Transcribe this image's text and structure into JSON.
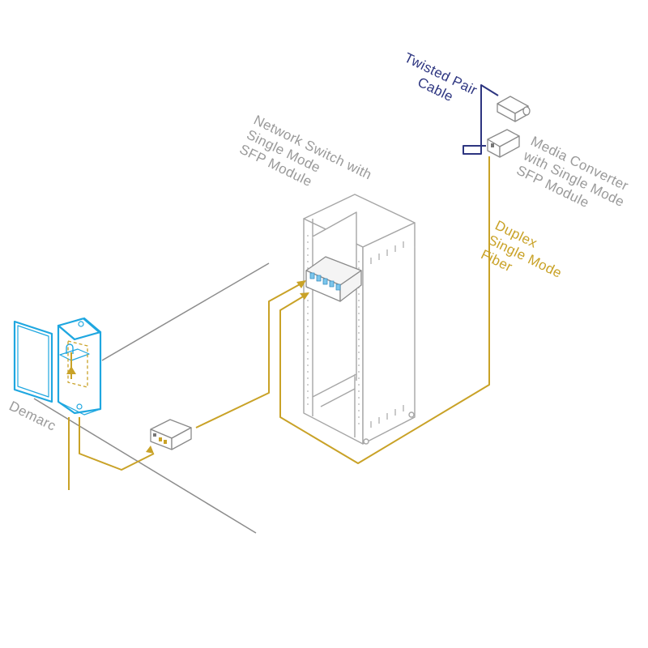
{
  "labels": {
    "network_switch": [
      "Network Switch with",
      "Single Mode",
      "SFP Module"
    ],
    "media_converter": [
      "Media Converter",
      "with Single Mode",
      "SFP Module"
    ],
    "twisted_pair": [
      "Twisted Pair",
      "Cable"
    ],
    "duplex_fiber": [
      "Duplex",
      "Single Mode",
      "Fiber"
    ],
    "demarc": "Demarc"
  },
  "colors": {
    "gray_label": "#9a9a9a",
    "line_gray": "#8c8c8c",
    "rack_outline": "#a6a6a6",
    "fiber": "#c9a227",
    "twisted_pair": "#2d3580",
    "demarc_blue": "#1fa7e0",
    "port_blue": "#7cc6ec"
  },
  "icons": [
    "server-rack-icon",
    "network-switch-icon",
    "media-converter-icon",
    "security-camera-icon",
    "demarc-enclosure-icon"
  ]
}
